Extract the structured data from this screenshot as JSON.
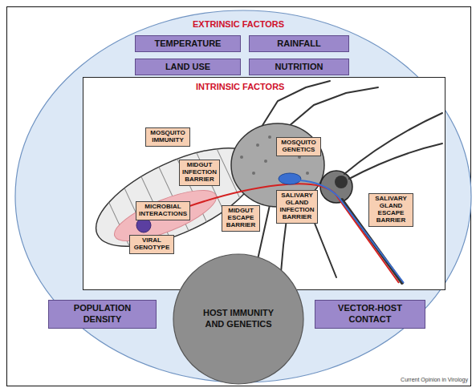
{
  "diagram": {
    "nodes": [
      {
        "text": [
          "EXTRINSIC FACTORS"
        ]
      },
      {
        "text": [
          "TEMPERATURE"
        ],
        "in": 0
      },
      {
        "text": [
          "RAINFALL"
        ],
        "in": 0
      },
      {
        "text": [
          "LAND USE"
        ],
        "in": 0
      },
      {
        "text": [
          "NUTRITION"
        ],
        "in": 0
      },
      {
        "text": [
          "INTRINSIC FACTORS"
        ],
        "in": 0
      },
      {
        "text": [
          "MOSQUITO IMMUNITY"
        ],
        "in": 5
      },
      {
        "text": [
          "MOSQUITO GENETICS"
        ],
        "in": 5
      },
      {
        "text": [
          "MIDGUT INFECTION BARRIER"
        ],
        "in": 5
      },
      {
        "text": [
          "SALIVARY GLAND INFECTION BARRIER"
        ],
        "in": 5
      },
      {
        "text": [
          "MICROBIAL INTERACTIONS"
        ],
        "in": 5
      },
      {
        "text": [
          "SALIVARY GLAND ESCAPE BARRIER"
        ],
        "in": 5
      },
      {
        "text": [
          "MIDGUT ESCAPE BARRIER"
        ],
        "in": 5
      },
      {
        "text": [
          "VIRAL GENOTYPE"
        ],
        "in": 5
      },
      {
        "text": [
          "POPULATION DENSITY"
        ],
        "in": 0
      },
      {
        "text": [
          "HOST IMMUNITY AND GENETICS"
        ],
        "in": 0
      },
      {
        "text": [
          "VECTOR-HOST CONTACT"
        ],
        "in": 0
      }
    ],
    "labels": [
      "Current Opinion in Virology"
    ]
  }
}
